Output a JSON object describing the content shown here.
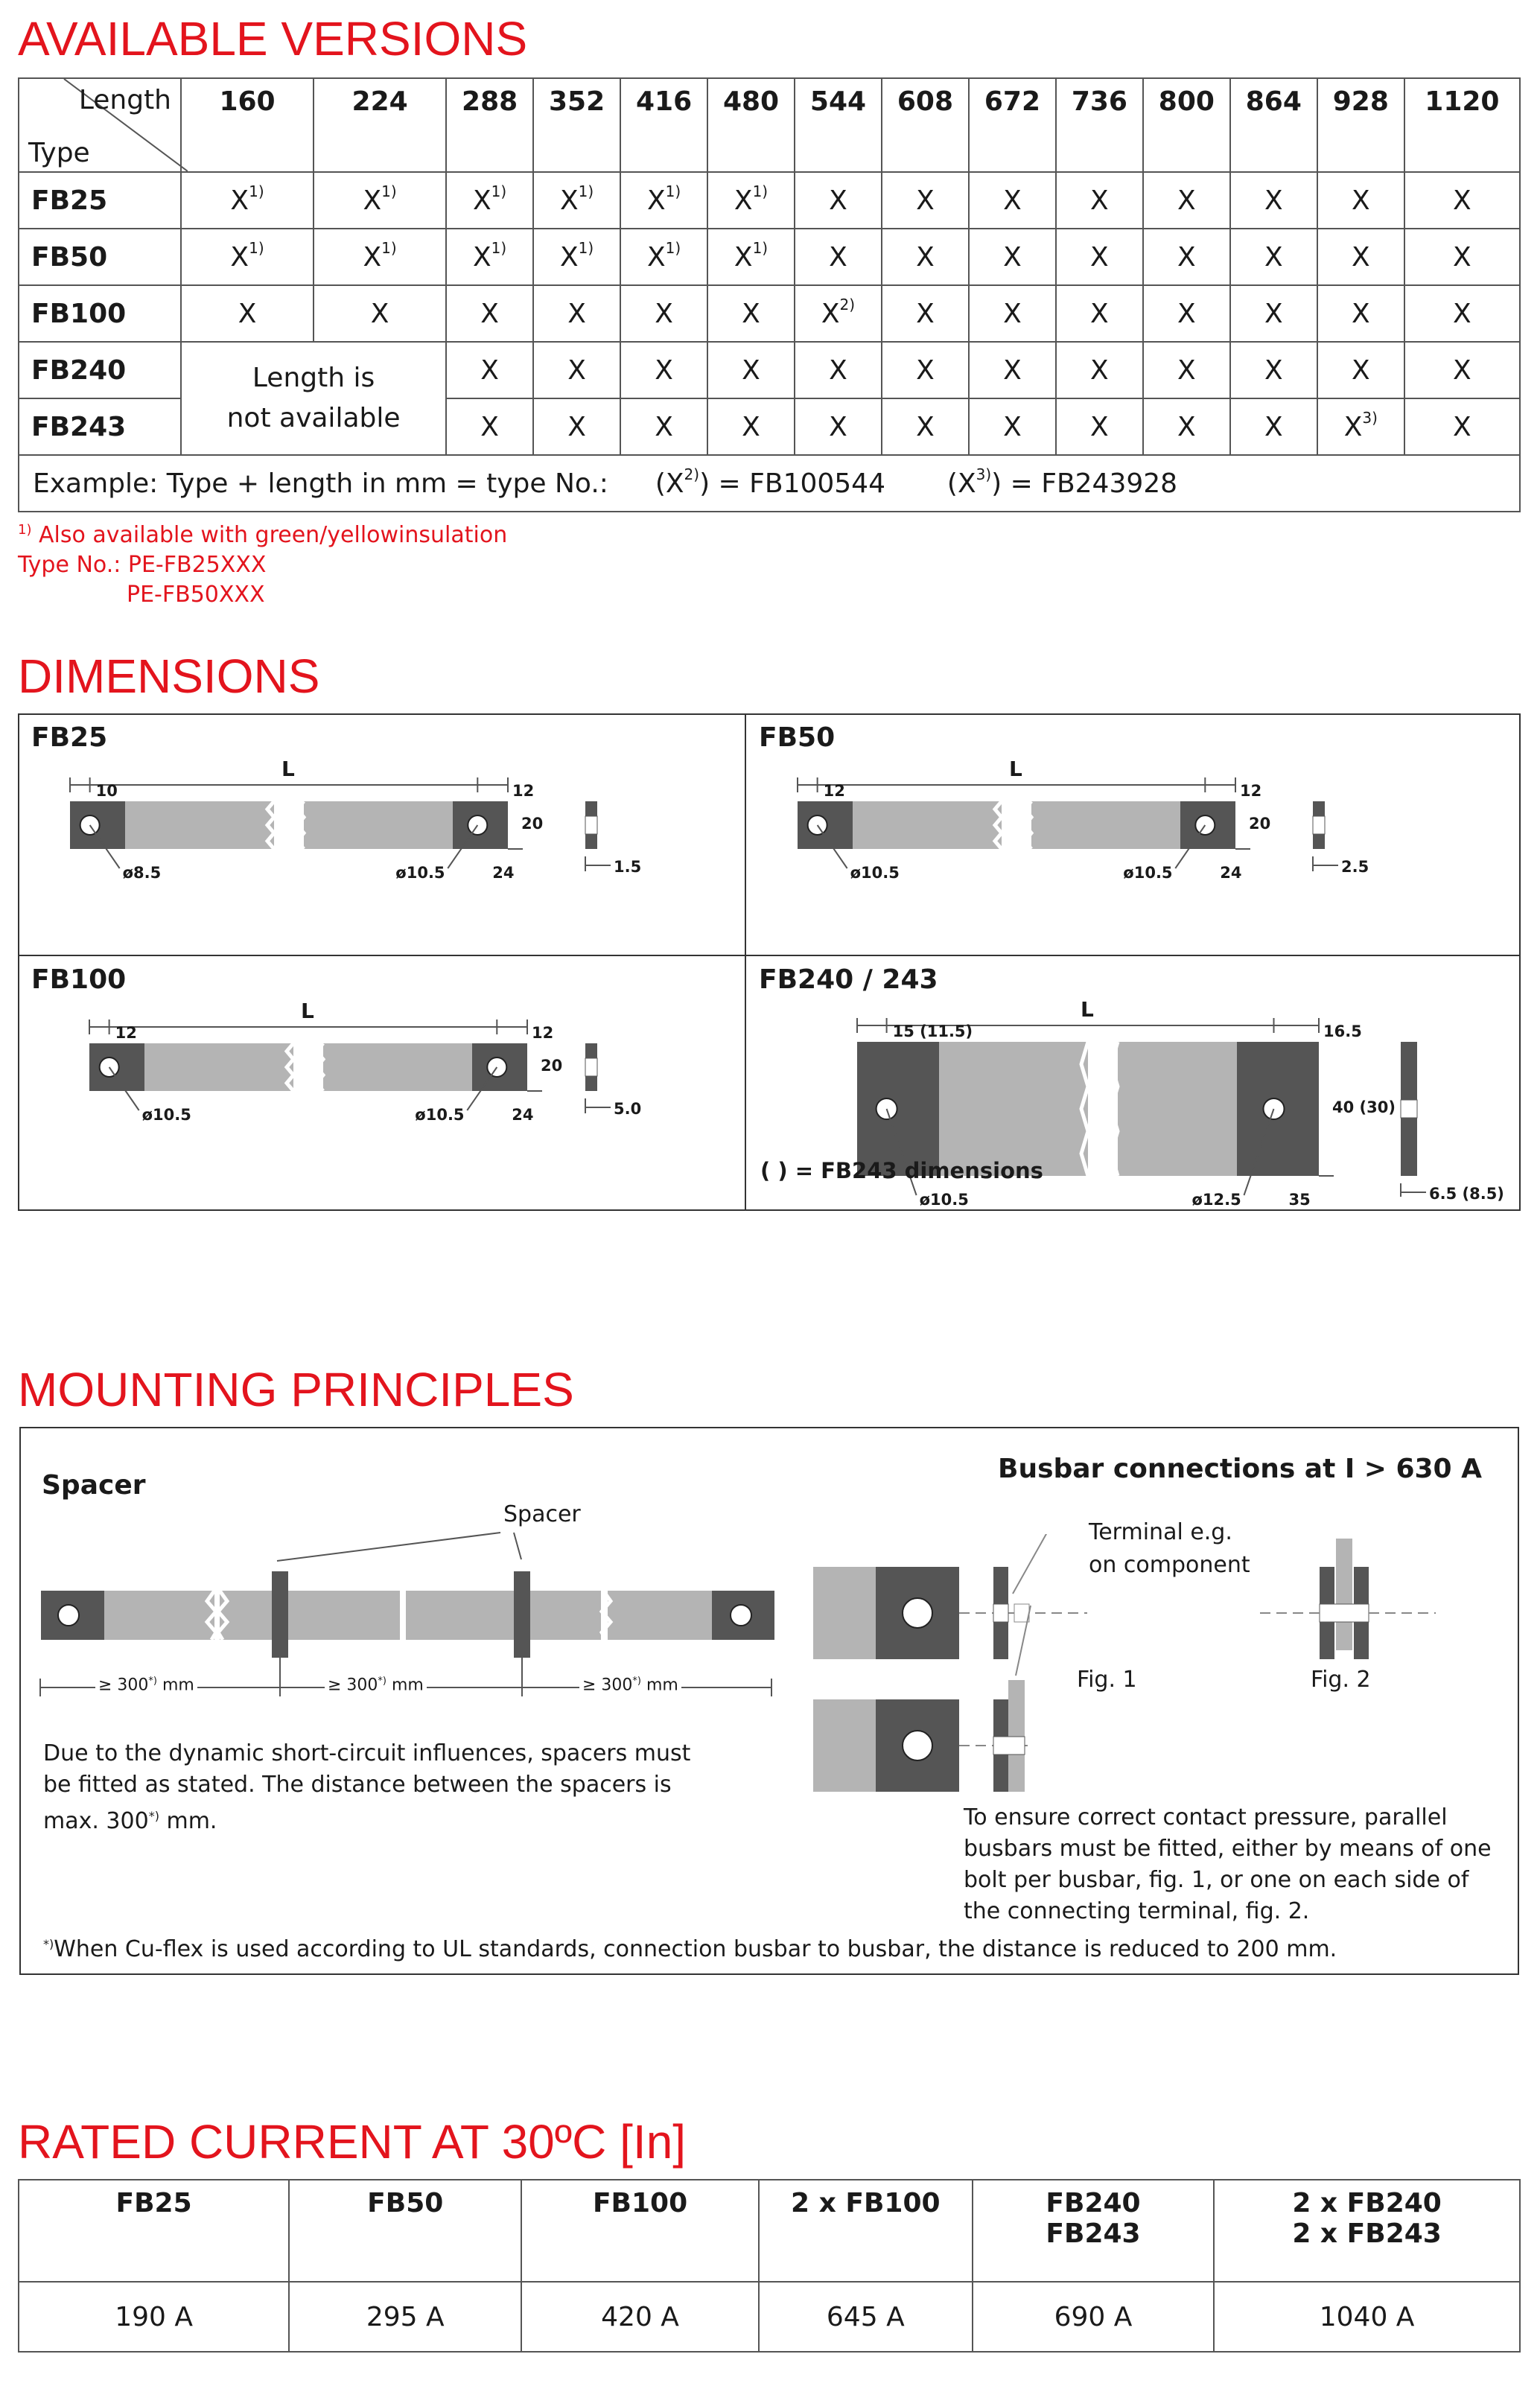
{
  "versions": {
    "title": "AVAILABLE VERSIONS",
    "corner_length": "Length",
    "corner_type": "Type",
    "lengths": [
      "160",
      "224",
      "288",
      "352",
      "416",
      "480",
      "544",
      "608",
      "672",
      "736",
      "800",
      "864",
      "928",
      "1120"
    ],
    "rows": [
      {
        "type": "FB25",
        "cells": [
          "X",
          "X",
          "X",
          "X",
          "X",
          "X",
          "X",
          "X",
          "X",
          "X",
          "X",
          "X",
          "X",
          "X"
        ],
        "sups": [
          "1)",
          "1)",
          "1)",
          "1)",
          "1)",
          "1)",
          "",
          "",
          "",
          "",
          "",
          "",
          "",
          ""
        ]
      },
      {
        "type": "FB50",
        "cells": [
          "X",
          "X",
          "X",
          "X",
          "X",
          "X",
          "X",
          "X",
          "X",
          "X",
          "X",
          "X",
          "X",
          "X"
        ],
        "sups": [
          "1)",
          "1)",
          "1)",
          "1)",
          "1)",
          "1)",
          "",
          "",
          "",
          "",
          "",
          "",
          "",
          ""
        ]
      },
      {
        "type": "FB100",
        "cells": [
          "X",
          "X",
          "X",
          "X",
          "X",
          "X",
          "X",
          "X",
          "X",
          "X",
          "X",
          "X",
          "X",
          "X"
        ],
        "sups": [
          "",
          "",
          "",
          "",
          "",
          "",
          "2)",
          "",
          "",
          "",
          "",
          "",
          "",
          ""
        ]
      },
      {
        "type": "FB240",
        "cells": [
          "X",
          "X",
          "X",
          "X",
          "X",
          "X",
          "X",
          "X",
          "X",
          "X",
          "X",
          "X"
        ],
        "sups": [
          "",
          "",
          "",
          "",
          "",
          "",
          "",
          "",
          "",
          "",
          "",
          ""
        ]
      },
      {
        "type": "FB243",
        "cells": [
          "X",
          "X",
          "X",
          "X",
          "X",
          "X",
          "X",
          "X",
          "X",
          "X",
          "X",
          "X"
        ],
        "sups": [
          "",
          "",
          "",
          "",
          "",
          "",
          "",
          "",
          "",
          "",
          "3)",
          ""
        ]
      }
    ],
    "not_available_1": "Length is",
    "not_available_2": "not available",
    "example": "Example: Type + length in mm = type No.:",
    "example_2_pre": "(X",
    "example_2_sup": "2)",
    "example_2_post": ") = FB100544",
    "example_3_pre": "(X",
    "example_3_sup": "3)",
    "example_3_post": ") = FB243928",
    "footnote_sup": "1)",
    "footnote_text": " Also available with green/yellowinsulation",
    "footnote_type": "Type No.: PE-FB25XXX",
    "footnote_type2": "PE-FB50XXX"
  },
  "dimensions": {
    "title": "DIMENSIONS",
    "fb25": {
      "title": "FB25",
      "L": "L",
      "a": "10",
      "b": "12",
      "h": "20",
      "d1": "ø8.5",
      "d2": "ø10.5",
      "w": "24",
      "t": "1.5"
    },
    "fb50": {
      "title": "FB50",
      "L": "L",
      "a": "12",
      "b": "12",
      "h": "20",
      "d1": "ø10.5",
      "d2": "ø10.5",
      "w": "24",
      "t": "2.5"
    },
    "fb100": {
      "title": "FB100",
      "L": "L",
      "a": "12",
      "b": "12",
      "h": "20",
      "d1": "ø10.5",
      "d2": "ø10.5",
      "w": "24",
      "t": "5.0"
    },
    "fb240": {
      "title": "FB240 / 243",
      "L": "L",
      "a": "15 (11.5)",
      "b": "16.5",
      "h": "40 (30)",
      "d1": "ø10.5",
      "d2": "ø12.5",
      "w": "35",
      "t": "6.5 (8.5)",
      "note": "( ) = FB243 dimensions"
    }
  },
  "mounting": {
    "title": "MOUNTING PRINCIPLES",
    "spacer_heading": "Spacer",
    "spacer_label": "Spacer",
    "gap_label": "≥ 300",
    "gap_sup": "*)",
    "gap_unit": " mm",
    "desc_1": "Due to the dynamic short-circuit influences, spacers must",
    "desc_2": "be fitted as stated. The distance between the spacers is",
    "desc_3_pre": "max. 300",
    "desc_3_sup": "*)",
    "desc_3_post": " mm.",
    "busbar_heading": "Busbar connections at I > 630 A",
    "terminal_1": "Terminal e.g.",
    "terminal_2": "on component",
    "fig1": "Fig. 1",
    "fig2": "Fig. 2",
    "contact_1": "To ensure correct contact pressure, parallel",
    "contact_2": "busbars must be fitted, either by means of one",
    "contact_3": "bolt per busbar, fig. 1, or one on each side of",
    "contact_4": "the connecting terminal, fig. 2.",
    "ul_sup": "*)",
    "ul_note": "When Cu-flex is used according to UL standards, connection busbar to busbar, the distance is reduced to 200 mm."
  },
  "rated": {
    "title": "RATED CURRENT AT 30ºC  [In]",
    "headers": [
      [
        "FB25",
        ""
      ],
      [
        "FB50",
        ""
      ],
      [
        "FB100",
        ""
      ],
      [
        "2 x FB100",
        ""
      ],
      [
        "FB240",
        "FB243"
      ],
      [
        "2 x FB240",
        "2 x FB243"
      ]
    ],
    "values": [
      "190 A",
      "295 A",
      "420 A",
      "645 A",
      "690 A",
      "1040 A"
    ]
  },
  "colors": {
    "accent": "#e3141d",
    "dark_bar": "#555555",
    "light_bar": "#b4b4b4"
  }
}
